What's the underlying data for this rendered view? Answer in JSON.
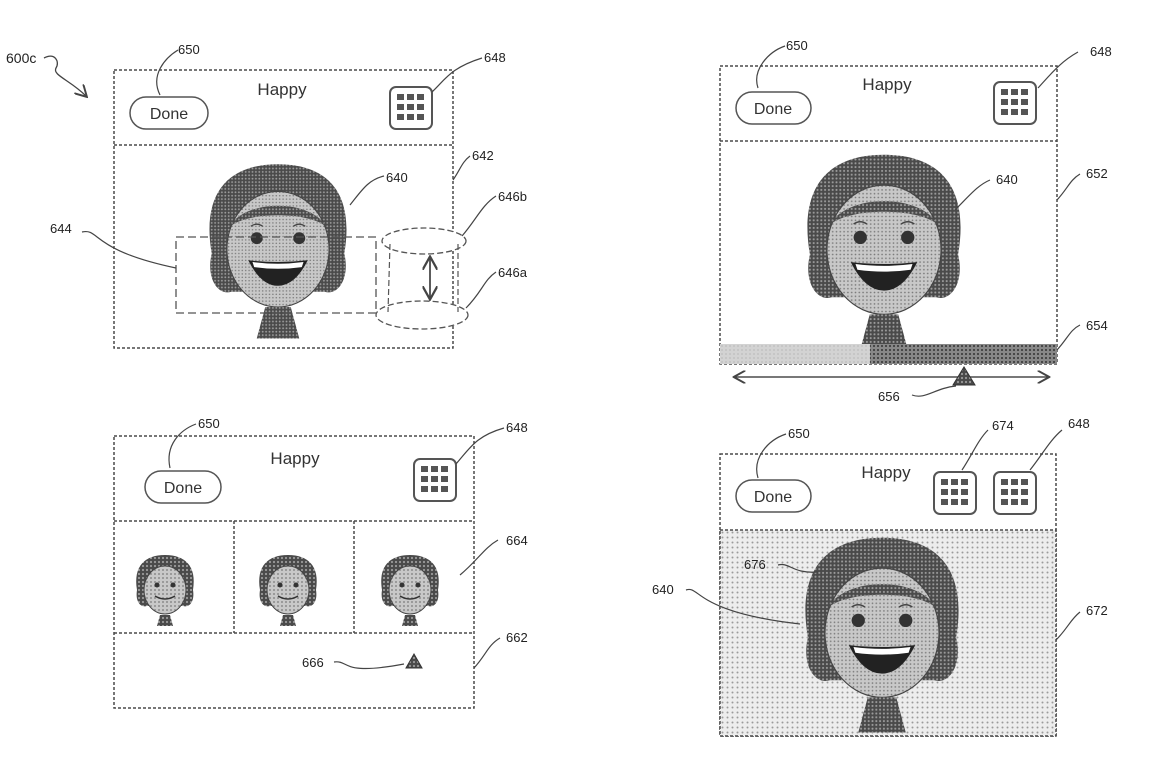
{
  "figure_label": "600c",
  "panels": {
    "top_left": {
      "title": "Happy",
      "done": "Done",
      "refs": {
        "done": "650",
        "grid": "648",
        "display": "642",
        "avatar": "640",
        "top_handle": "646b",
        "bottom_handle": "646a",
        "bbox": "644"
      }
    },
    "top_right": {
      "title": "Happy",
      "done": "Done",
      "refs": {
        "done": "650",
        "grid": "648",
        "display": "652",
        "avatar": "640",
        "slider": "654",
        "indicator": "656"
      }
    },
    "bottom_left": {
      "title": "Happy",
      "done": "Done",
      "refs": {
        "done": "650",
        "grid": "648",
        "gallery": "664",
        "bar": "662",
        "marker": "666"
      }
    },
    "bottom_right": {
      "title": "Happy",
      "done": "Done",
      "refs": {
        "done": "650",
        "grid2": "674",
        "grid": "648",
        "avatar": "640",
        "hair": "676",
        "background": "672"
      }
    }
  },
  "colors": {
    "line": "#4a4a4a",
    "hair": "#3a3a3a",
    "face": "#b5b5b5",
    "bg": "#ffffff"
  },
  "icons": {
    "grid": "grid-icon",
    "triangle": "triangle-marker-icon"
  }
}
